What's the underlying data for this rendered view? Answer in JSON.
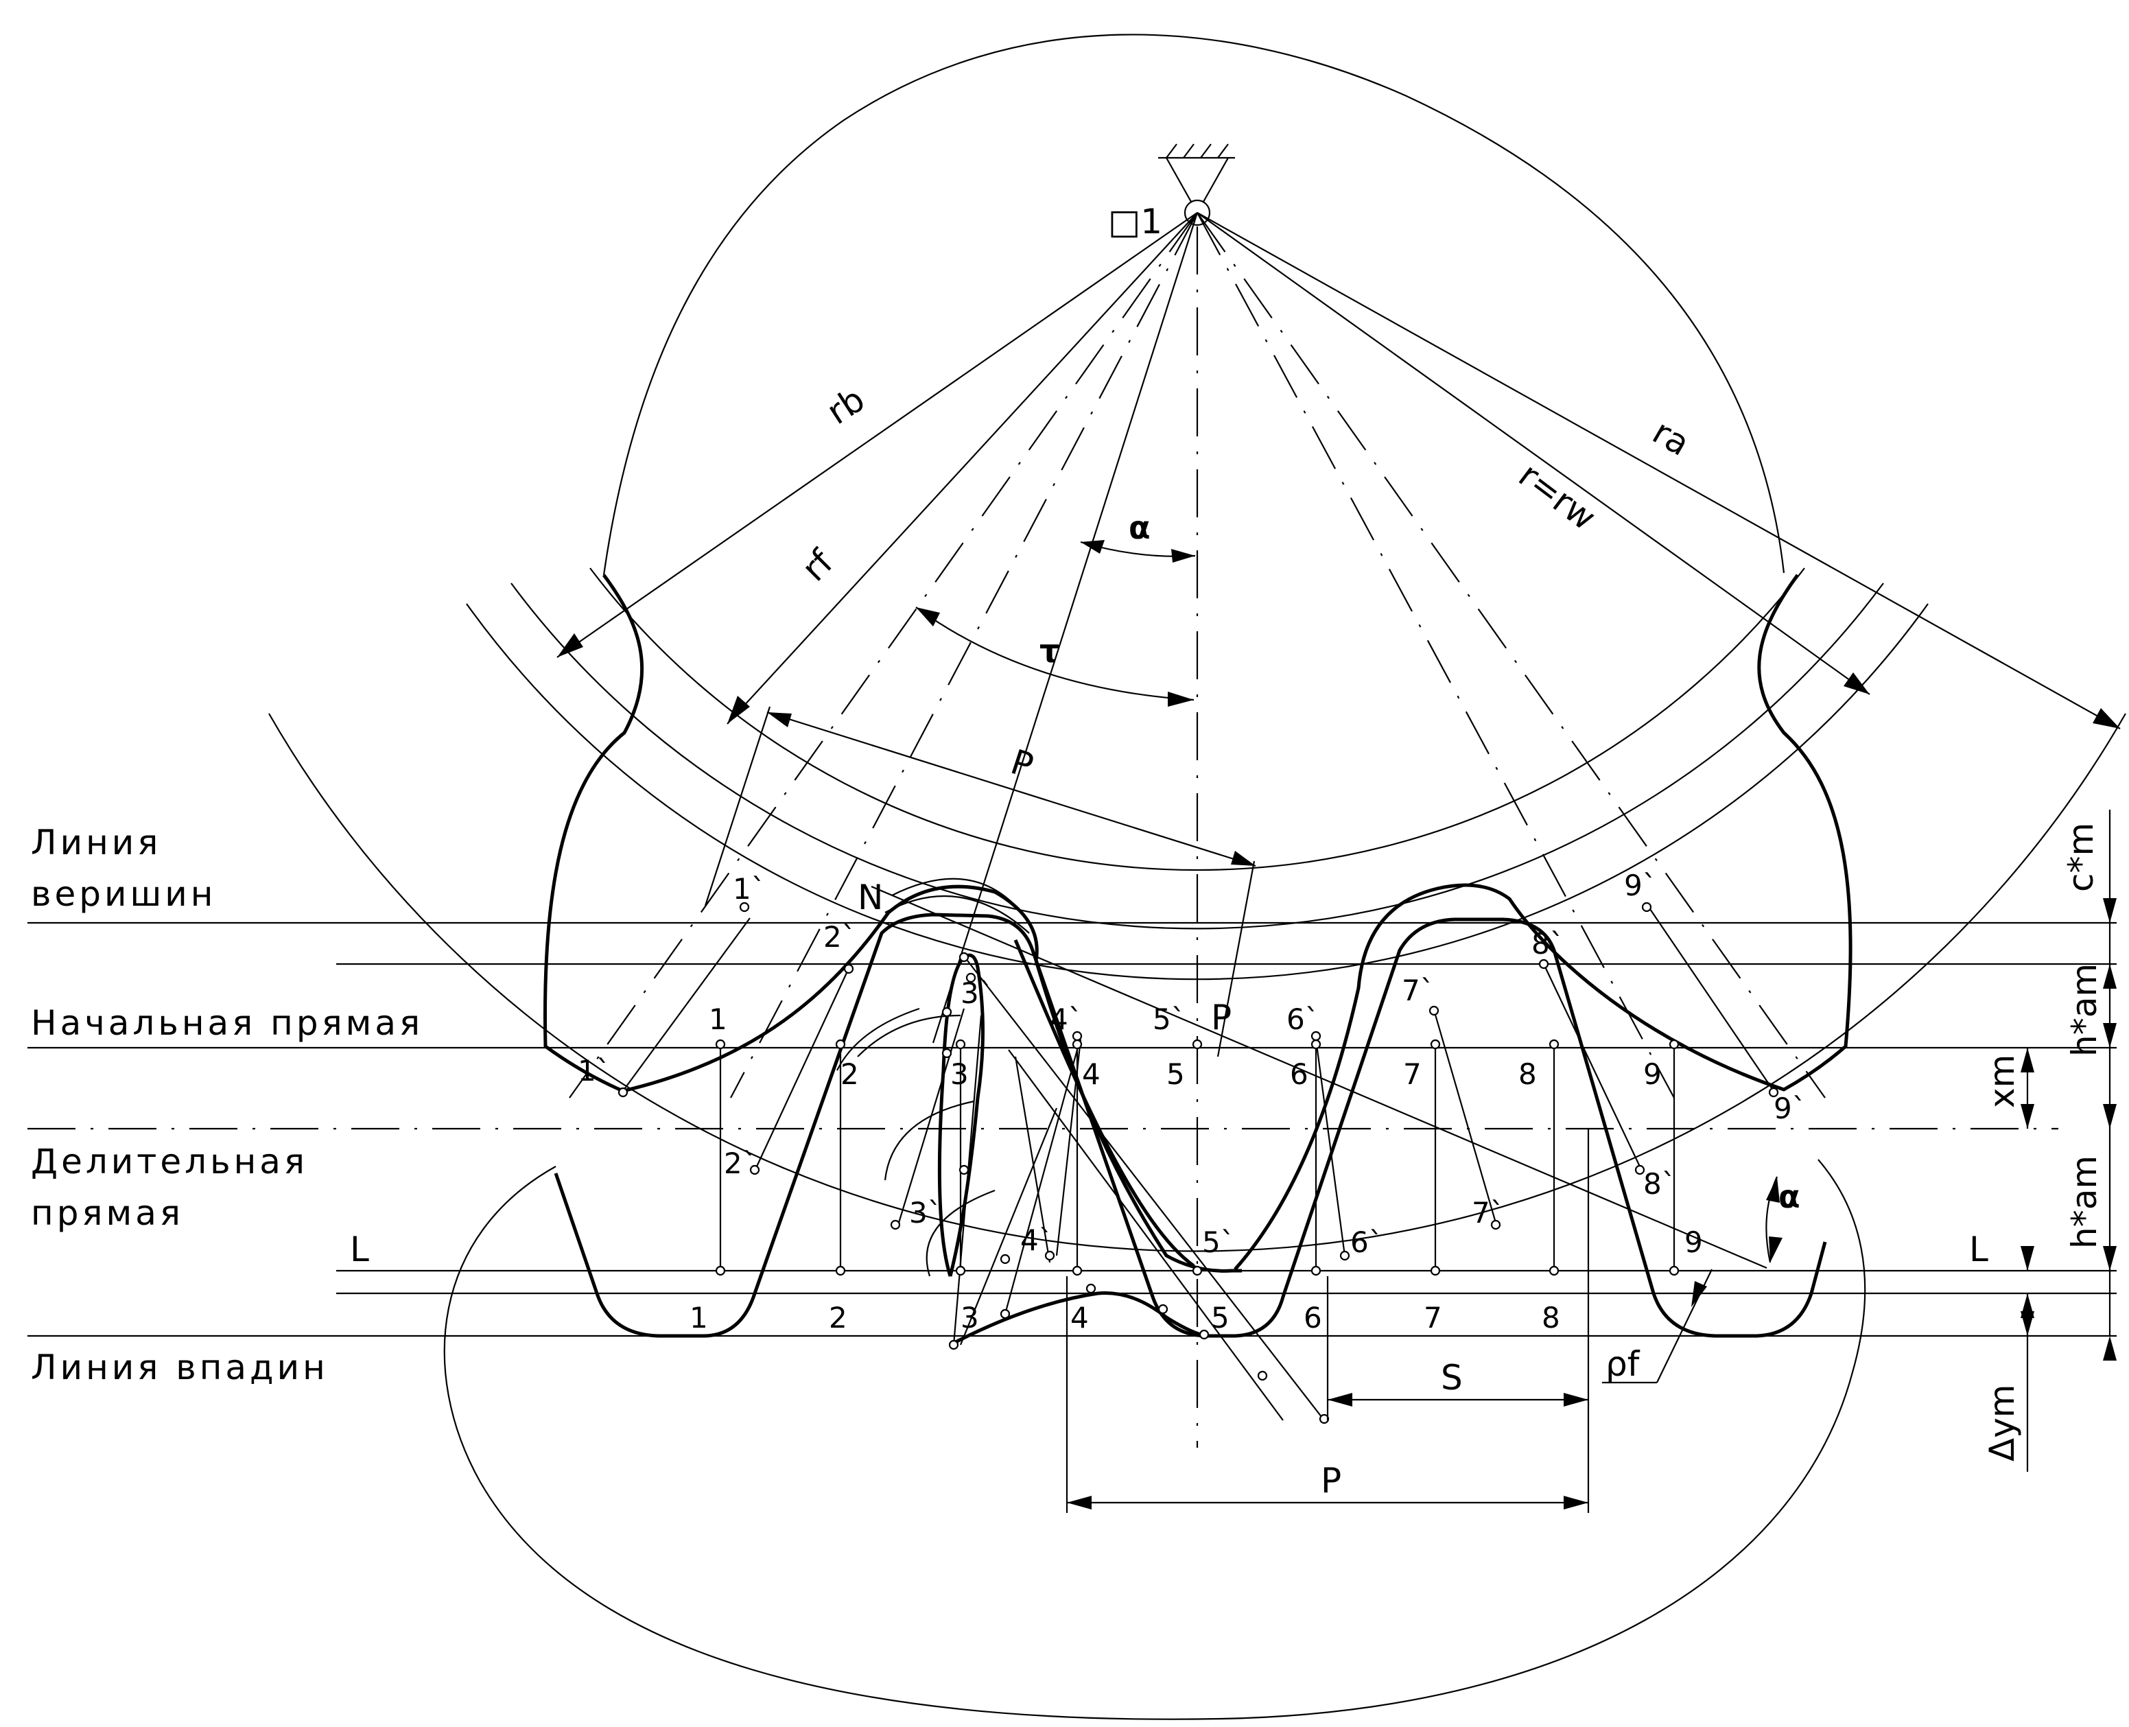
{
  "labels": {
    "tip_line": [
      "Линия",
      "веришин"
    ],
    "pitch_line_start": "Начальная прямая",
    "ref_line": [
      "Делительная",
      "прямая"
    ],
    "root_line": "Линия  впадин",
    "L_left": "L",
    "L_right": "L"
  },
  "symbols": {
    "center": "□1",
    "r_b": "rb",
    "r_f": "rf",
    "r_a": "ra",
    "r_w": "r=rw",
    "alpha_top": "α",
    "alpha_right": "α",
    "tau": "τ",
    "P_arc": "P",
    "P_pole": "P",
    "N": "N",
    "P_bottom": "P",
    "S": "S",
    "rho_f": "ρf"
  },
  "dimensions": {
    "c_star_m": "c*m",
    "ha_star_m_upper": "h*am",
    "x_m": "xm",
    "ha_star_m_lower": "h*am",
    "delta_y_m": "Δym"
  },
  "points": {
    "rack_pitch": [
      "1",
      "2",
      "3",
      "4",
      "5",
      "6",
      "7",
      "8",
      "9"
    ],
    "gear_pitch": [
      "1`",
      "2`",
      "3`",
      "4`",
      "5`",
      "6`",
      "7`",
      "8`",
      "9`"
    ],
    "rack_L": [
      "1",
      "2",
      "3",
      "4",
      "5",
      "6",
      "7",
      "8"
    ],
    "gear_L": [
      "1`",
      "2`",
      "3`",
      "4`",
      "5`",
      "6`",
      "7`",
      "8`",
      "9"
    ]
  }
}
